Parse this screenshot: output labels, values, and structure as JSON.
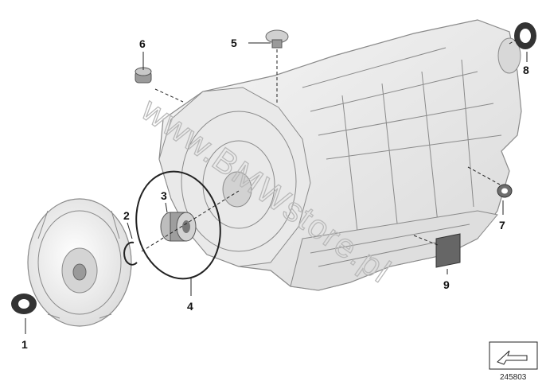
{
  "watermark": "www.BMWstore.pl",
  "callouts": [
    "1",
    "2",
    "3",
    "4",
    "5",
    "6",
    "7",
    "8",
    "9"
  ],
  "reference_number": "245803",
  "colors": {
    "housing_fill": "#ececec",
    "housing_stroke": "#8a8a8a",
    "seal": "#333333",
    "callout_text": "#111111"
  }
}
